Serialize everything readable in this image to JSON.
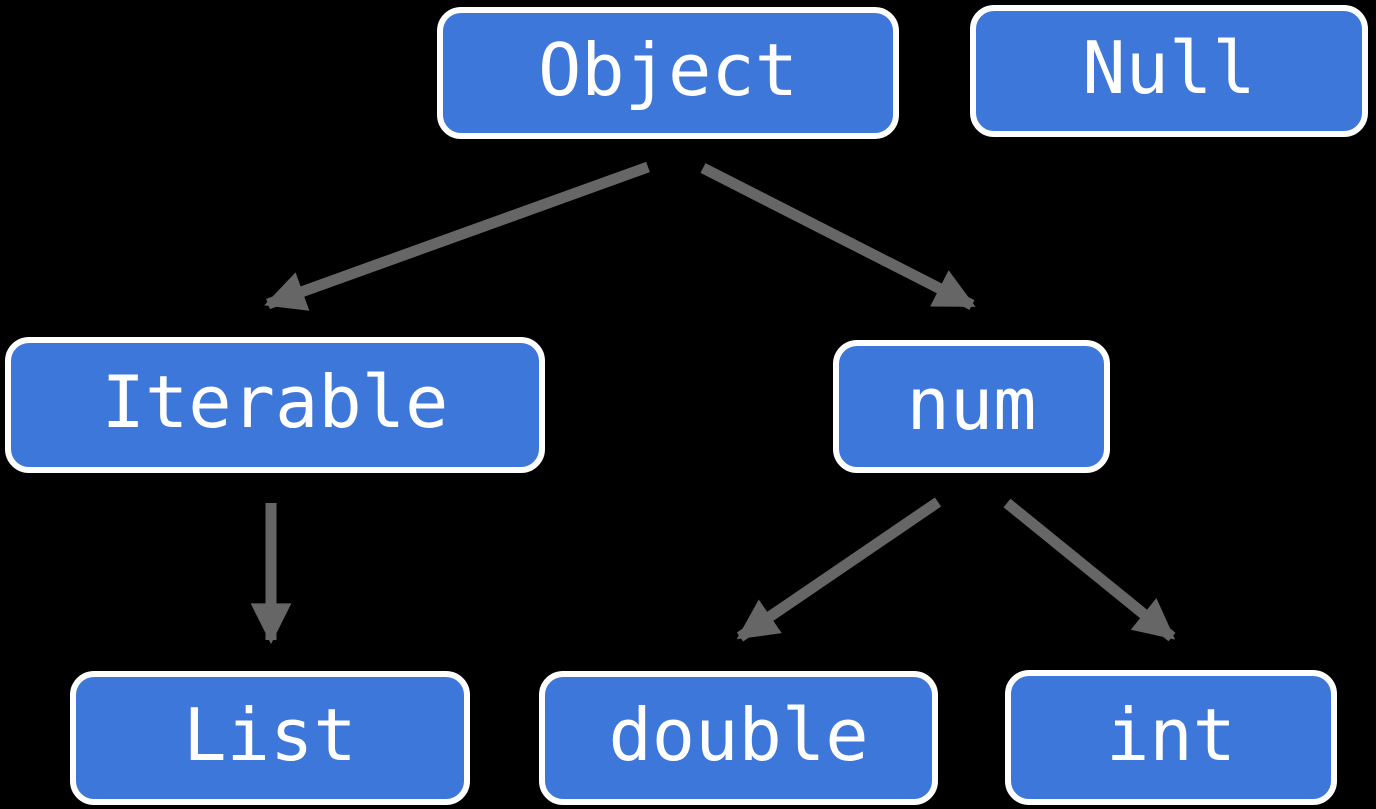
{
  "diagram": {
    "type": "type-hierarchy",
    "colors": {
      "background": "#000000",
      "node-fill": "#3d77d9",
      "node-border": "#ffffff",
      "node-text": "#ffffff",
      "arrow": "#666666"
    },
    "nodes": [
      {
        "id": "object",
        "label": "Object"
      },
      {
        "id": "null",
        "label": "Null"
      },
      {
        "id": "iterable",
        "label": "Iterable"
      },
      {
        "id": "num",
        "label": "num"
      },
      {
        "id": "list",
        "label": "List"
      },
      {
        "id": "double",
        "label": "double"
      },
      {
        "id": "int",
        "label": "int"
      }
    ],
    "edges": [
      {
        "from": "Object",
        "to": "Iterable"
      },
      {
        "from": "Object",
        "to": "num"
      },
      {
        "from": "Iterable",
        "to": "List"
      },
      {
        "from": "num",
        "to": "double"
      },
      {
        "from": "num",
        "to": "int"
      }
    ]
  }
}
